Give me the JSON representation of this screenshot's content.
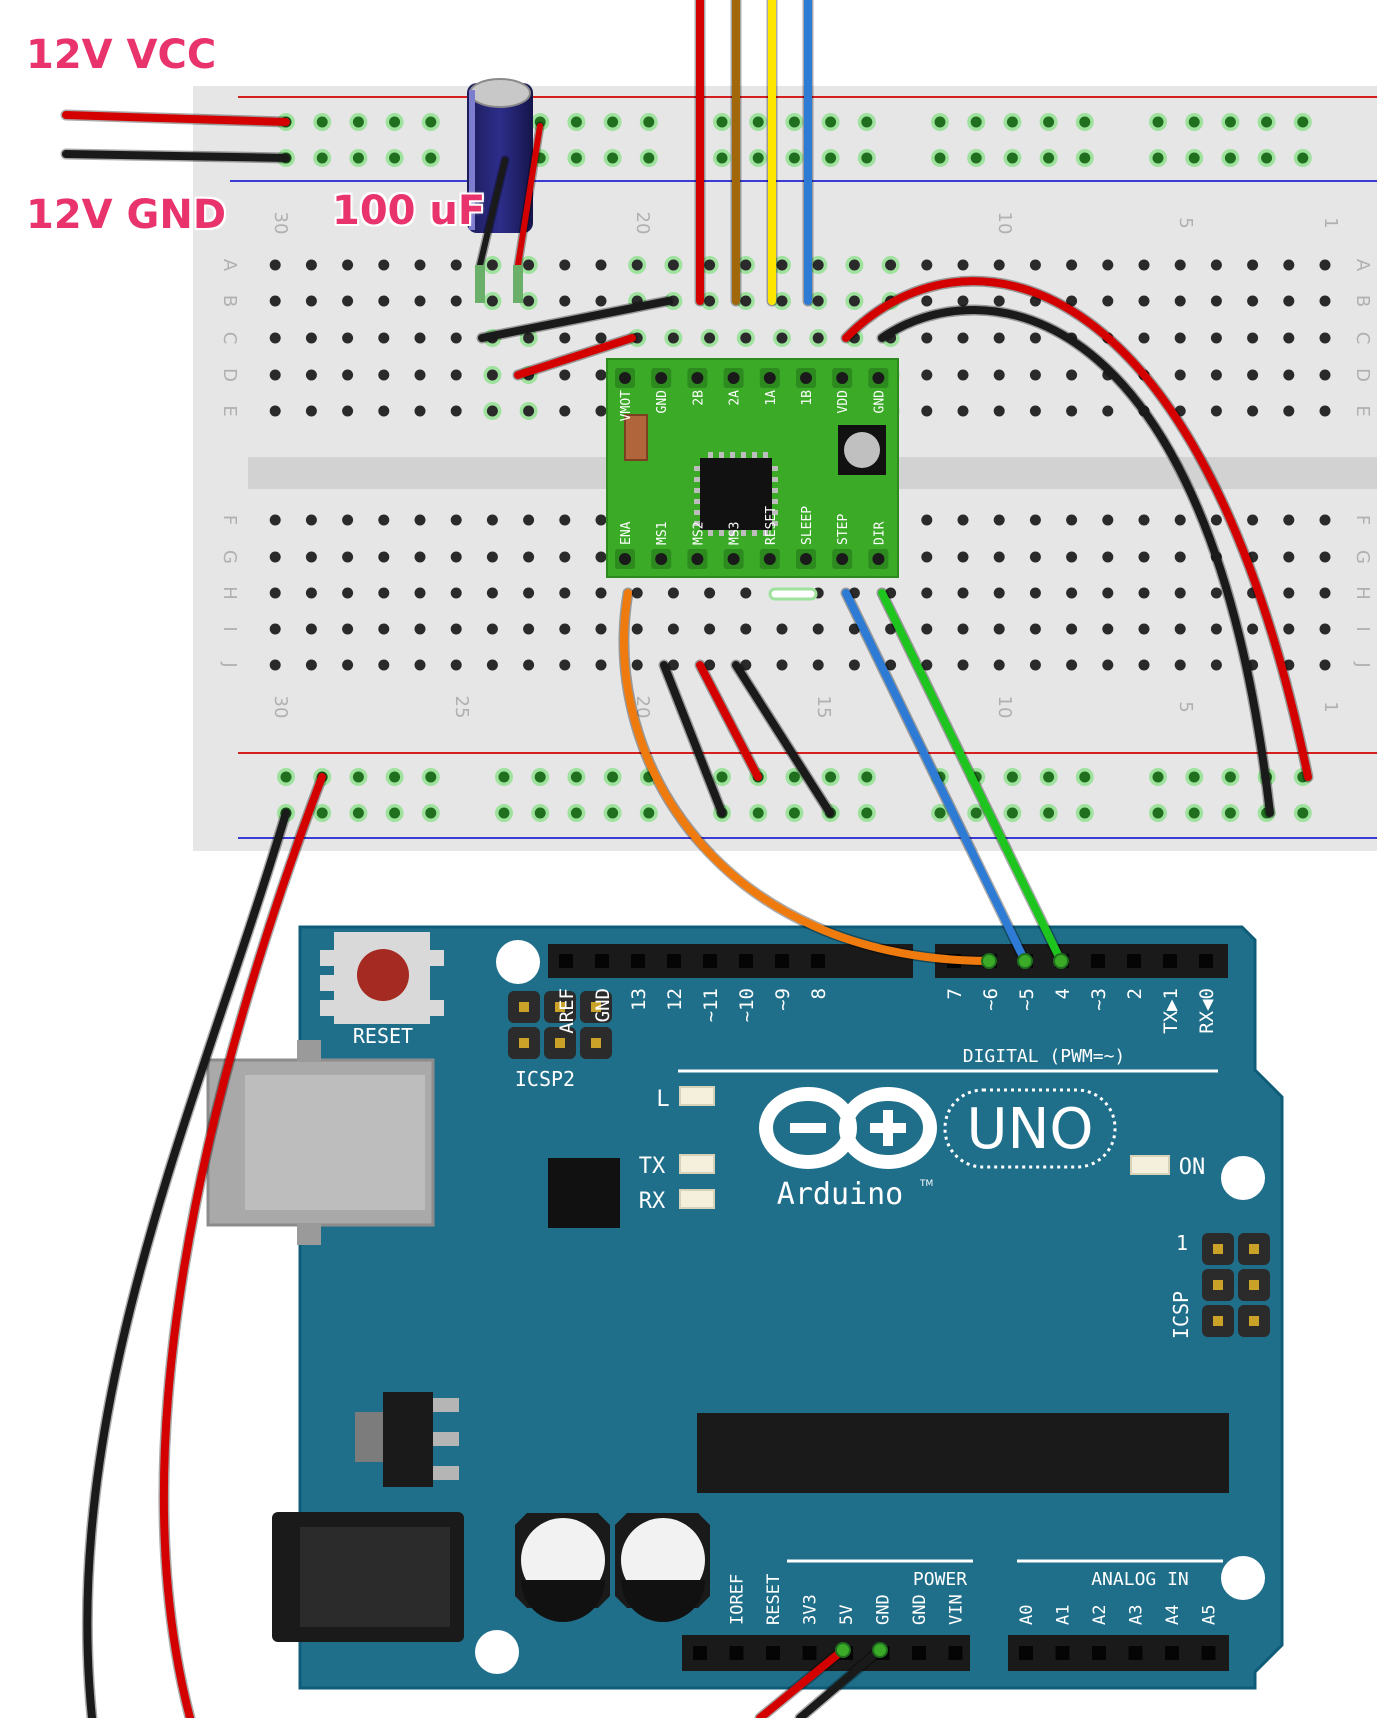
{
  "labels": {
    "vcc": "12V VCC",
    "gnd": "12V GND",
    "capacitor": "100 uF"
  },
  "breadboard": {
    "column_numbers_top": [
      "30",
      "20",
      "10",
      "5",
      "1"
    ],
    "column_numbers_bottom": [
      "30",
      "25",
      "20",
      "15",
      "10",
      "5",
      "1"
    ],
    "row_letters_top": [
      "A",
      "B",
      "C",
      "D",
      "E"
    ],
    "row_letters_bottom": [
      "F",
      "G",
      "H",
      "I",
      "J"
    ]
  },
  "driver": {
    "top_pins": [
      "VMOT",
      "GND",
      "2B",
      "2A",
      "1A",
      "1B",
      "VDD",
      "GND"
    ],
    "bottom_pins": [
      "ENA",
      "MS1",
      "MS2",
      "MS3",
      "RESET",
      "SLEEP",
      "STEP",
      "DIR"
    ]
  },
  "arduino": {
    "reset_label": "RESET",
    "icsp2_label": "ICSP2",
    "icsp_label": "ICSP",
    "icsp_pin1": "1",
    "digital_label": "DIGITAL (PWM=~)",
    "digital_pins": [
      "AREF",
      "GND",
      "13",
      "12",
      "~11",
      "~10",
      "~9",
      "8",
      "7",
      "~6",
      "~5",
      "4",
      "~3",
      "2",
      "TX▶1",
      "RX◀0"
    ],
    "led_l": "L",
    "led_tx": "TX",
    "led_rx": "RX",
    "led_on": "ON",
    "brand": "Arduino",
    "trademark": "TM",
    "model": "UNO",
    "power_label": "POWER",
    "analog_label": "ANALOG IN",
    "power_pins": [
      "IOREF",
      "RESET",
      "3V3",
      "5V",
      "GND",
      "GND",
      "VIN"
    ],
    "analog_pins": [
      "A0",
      "A1",
      "A2",
      "A3",
      "A4",
      "A5"
    ]
  },
  "colors": {
    "wire_red": "#d40000",
    "wire_black": "#1a1a1a",
    "wire_brown": "#a0680a",
    "wire_yellow": "#ffe600",
    "wire_blue": "#2e7bd6",
    "wire_green": "#1ec51e",
    "wire_orange": "#ef7a0e",
    "board_teal": "#1f6f8b",
    "driver_green": "#3aaa27",
    "label_pink": "#e8336d"
  }
}
